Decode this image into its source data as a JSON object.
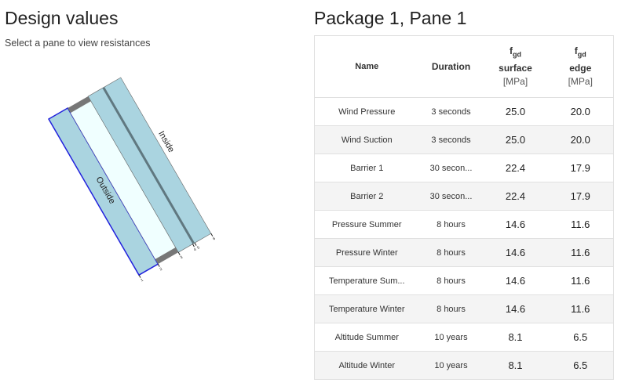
{
  "left": {
    "title": "Design values",
    "subtitle": "Select a pane to view resistances"
  },
  "diagram": {
    "outside_label": "Outside",
    "inside_label": "Inside",
    "tick_labels": [
      "1",
      "2",
      "3",
      "4",
      "5",
      "6"
    ],
    "colors": {
      "glass": "#aad4e0",
      "gap": "#f0ffff",
      "selected_border": "#2222dd",
      "spacer": "#777777",
      "interlayer": "#607880"
    }
  },
  "right": {
    "title": "Package 1, Pane 1"
  },
  "table": {
    "headers": {
      "name": "Name",
      "duration": "Duration",
      "surface_symbol": "f",
      "surface_sub": "gd",
      "surface_label": "surface",
      "surface_unit": "[MPa]",
      "edge_symbol": "f",
      "edge_sub": "gd",
      "edge_label": "edge",
      "edge_unit": "[MPa]"
    },
    "rows": [
      {
        "name": "Wind Pressure",
        "duration": "3 seconds",
        "surface": "25.0",
        "edge": "20.0"
      },
      {
        "name": "Wind Suction",
        "duration": "3 seconds",
        "surface": "25.0",
        "edge": "20.0"
      },
      {
        "name": "Barrier 1",
        "duration": "30 secon...",
        "surface": "22.4",
        "edge": "17.9"
      },
      {
        "name": "Barrier 2",
        "duration": "30 secon...",
        "surface": "22.4",
        "edge": "17.9"
      },
      {
        "name": "Pressure Summer",
        "duration": "8 hours",
        "surface": "14.6",
        "edge": "11.6"
      },
      {
        "name": "Pressure Winter",
        "duration": "8 hours",
        "surface": "14.6",
        "edge": "11.6"
      },
      {
        "name": "Temperature Sum...",
        "duration": "8 hours",
        "surface": "14.6",
        "edge": "11.6"
      },
      {
        "name": "Temperature Winter",
        "duration": "8 hours",
        "surface": "14.6",
        "edge": "11.6"
      },
      {
        "name": "Altitude Summer",
        "duration": "10 years",
        "surface": "8.1",
        "edge": "6.5"
      },
      {
        "name": "Altitude Winter",
        "duration": "10 years",
        "surface": "8.1",
        "edge": "6.5"
      }
    ]
  }
}
